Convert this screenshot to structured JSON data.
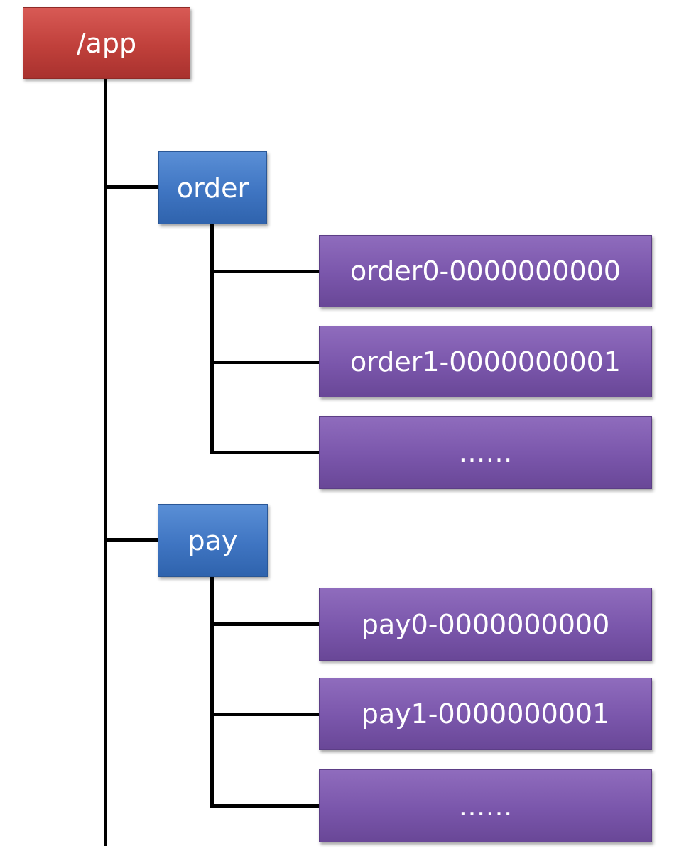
{
  "tree": {
    "root": {
      "label": "/app",
      "color": "#c0403b"
    },
    "branches": [
      {
        "label": "order",
        "color": "#3f75c2",
        "children": [
          {
            "label": "order0-0000000000"
          },
          {
            "label": "order1-0000000001"
          },
          {
            "label": "……"
          }
        ]
      },
      {
        "label": "pay",
        "color": "#3f75c2",
        "children": [
          {
            "label": "pay0-0000000000"
          },
          {
            "label": "pay1-0000000001"
          },
          {
            "label": "……"
          }
        ]
      }
    ],
    "leaf_color": "#7a56ab",
    "connector_color": "#000000"
  }
}
